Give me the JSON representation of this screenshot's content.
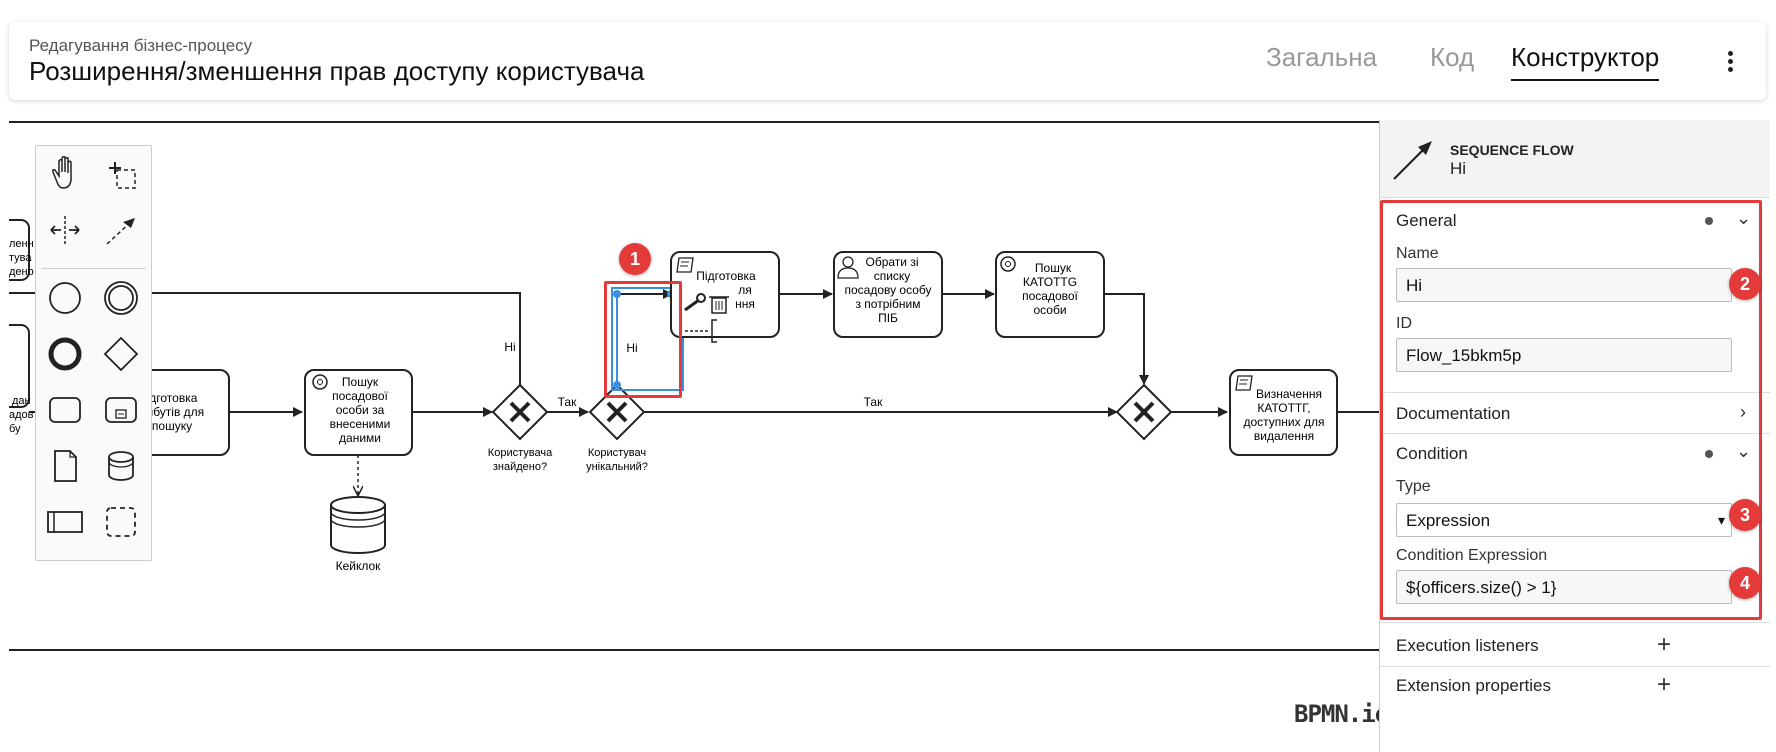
{
  "header": {
    "subtitle": "Редагування бізнес-процесу",
    "title": "Розширення/зменшення прав доступу користувача",
    "tabs": [
      {
        "label": "Загальна",
        "active": false
      },
      {
        "label": "Код",
        "active": false
      },
      {
        "label": "Конструктор",
        "active": true
      }
    ]
  },
  "palette": {
    "tools": [
      "hand-tool-icon",
      "lasso-tool-icon",
      "space-tool-icon",
      "global-connect-icon",
      "start-event-icon",
      "intermediate-event-icon",
      "end-event-icon",
      "gateway-icon",
      "task-icon",
      "subprocess-icon",
      "data-object-icon",
      "data-store-icon",
      "pool-icon",
      "group-icon"
    ]
  },
  "diagram": {
    "left_partial_top": [
      "ленн",
      "тува",
      "дено"
    ],
    "left_partial_bottom": [
      "дан",
      "адов",
      "бу"
    ],
    "task_prepare_attrs": [
      "ідготовка",
      "рибутів для",
      "пошуку"
    ],
    "task_search_officer": [
      "Пошук",
      "посадової",
      "особи за",
      "внесеними",
      "даними"
    ],
    "datastore_label": "Кейклок",
    "gateway1_label": [
      "Користувача",
      "знайдено?"
    ],
    "gateway2_label": [
      "Користувач",
      "унікальний?"
    ],
    "flow_label_no_1": "Ні",
    "flow_label_yes_1": "Так",
    "flow_label_yes_2": "Так",
    "selected_flow_label": "Ні",
    "task_prepare2": [
      "Підготовка",
      "ля",
      "ння"
    ],
    "task_choose_officer": [
      "Обрати зі",
      "списку",
      "посадову особу",
      "з потрібним",
      "ПІБ"
    ],
    "task_search_katottg": [
      "Пошук",
      "КАТОТТG",
      "посадової",
      "особи"
    ],
    "task_define_katottg": [
      "Визначення",
      "КАТОТТГ,",
      "доступних для",
      "видалення"
    ]
  },
  "properties": {
    "element_type": "SEQUENCE FLOW",
    "element_name": "Ні",
    "groups": {
      "general": "General",
      "documentation": "Documentation",
      "condition": "Condition",
      "execution_listeners": "Execution listeners",
      "extension_properties": "Extension properties"
    },
    "name_label": "Name",
    "name_value": "Ні",
    "id_label": "ID",
    "id_value": "Flow_15bkm5p",
    "type_label": "Type",
    "type_value": "Expression",
    "condition_expression_label": "Condition Expression",
    "condition_expression_value": "${officers.size() > 1}"
  },
  "badges": [
    "1",
    "2",
    "3",
    "4"
  ],
  "watermark": "BPMN.io",
  "colors": {
    "highlight": "#e53a3a",
    "selection": "#3b8ee0"
  }
}
